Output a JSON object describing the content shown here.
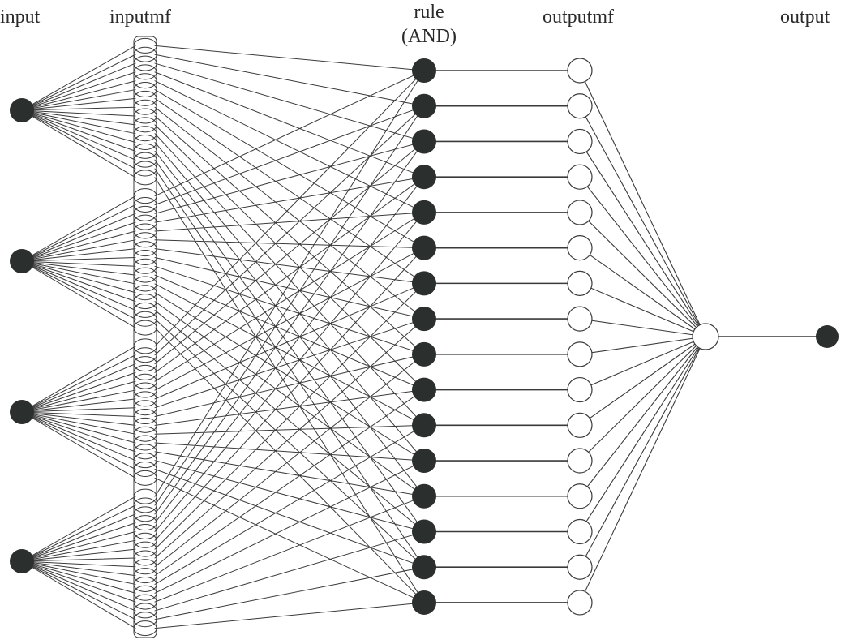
{
  "diagram": {
    "title": "ANFIS-style fuzzy neural network",
    "layers": [
      {
        "id": "input",
        "label": "input",
        "node_count": 4,
        "style": "filled"
      },
      {
        "id": "inputmf",
        "label": "inputmf",
        "node_count": 64,
        "groups": 4,
        "per_group": 16,
        "style": "open-ellipse"
      },
      {
        "id": "rule",
        "label_line1": "rule",
        "label_line2": "(AND)",
        "node_count": 16,
        "style": "filled"
      },
      {
        "id": "outputmf",
        "label": "outputmf",
        "node_count": 16,
        "style": "open"
      },
      {
        "id": "aggregation",
        "label": "",
        "node_count": 1,
        "style": "open"
      },
      {
        "id": "output",
        "label": "output",
        "node_count": 1,
        "style": "filled"
      }
    ],
    "connections": [
      {
        "from": "input",
        "to": "inputmf",
        "pattern": "each input fans out to its own group of 16 membership functions"
      },
      {
        "from": "inputmf",
        "to": "rule",
        "pattern": "membership function j of each group connects to rule j"
      },
      {
        "from": "rule",
        "to": "outputmf",
        "pattern": "one-to-one"
      },
      {
        "from": "outputmf",
        "to": "aggregation",
        "pattern": "all-to-one"
      },
      {
        "from": "aggregation",
        "to": "output",
        "pattern": "one-to-one"
      }
    ],
    "colors": {
      "filled_node": "#2b2f2e",
      "open_node_fill": "#ffffff",
      "stroke": "#3a3a3a",
      "background": "#ffffff",
      "text": "#2a2a2a"
    }
  }
}
